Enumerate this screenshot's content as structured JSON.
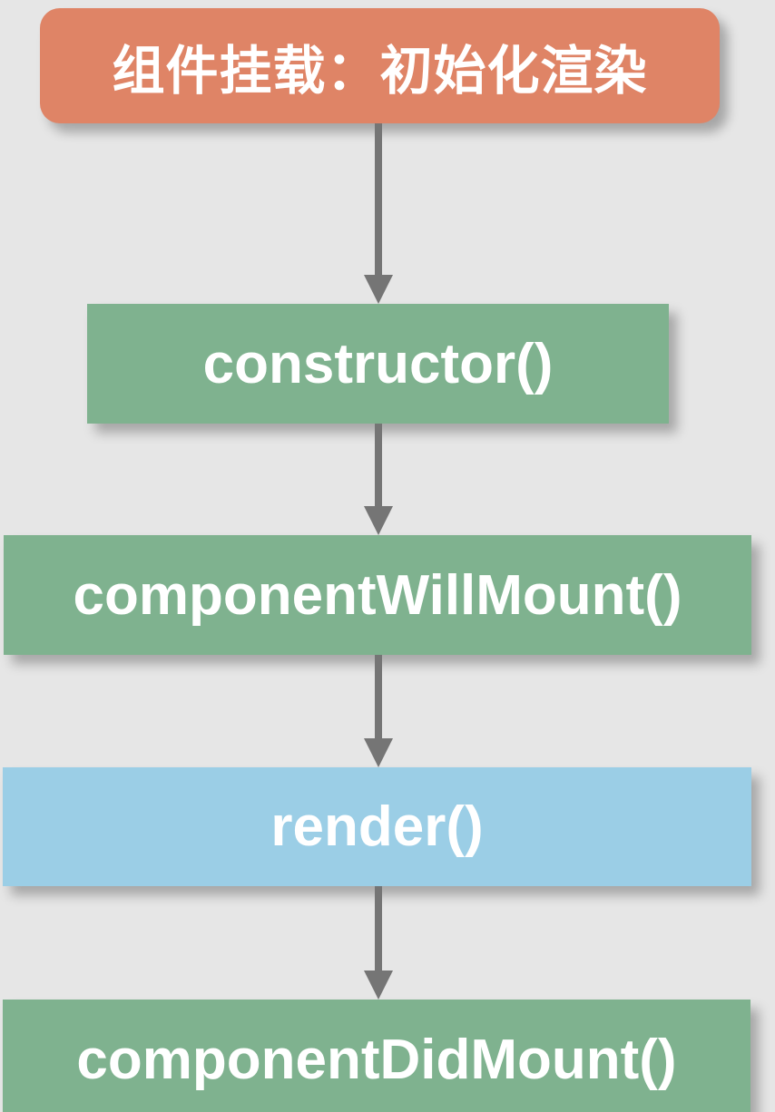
{
  "diagram": {
    "title": "React component mounting lifecycle flowchart",
    "title_node": {
      "label": "组件挂载：初始化渲染"
    },
    "nodes": [
      {
        "label": "constructor()"
      },
      {
        "label": "componentWillMount()"
      },
      {
        "label": "render()"
      },
      {
        "label": "componentDidMount()"
      }
    ],
    "colors": {
      "background": "#e6e6e6",
      "title_bg": "#df8466",
      "method_bg": "#7fb28f",
      "render_bg": "#9bcee6",
      "text": "#ffffff",
      "arrow": "#757575"
    }
  }
}
